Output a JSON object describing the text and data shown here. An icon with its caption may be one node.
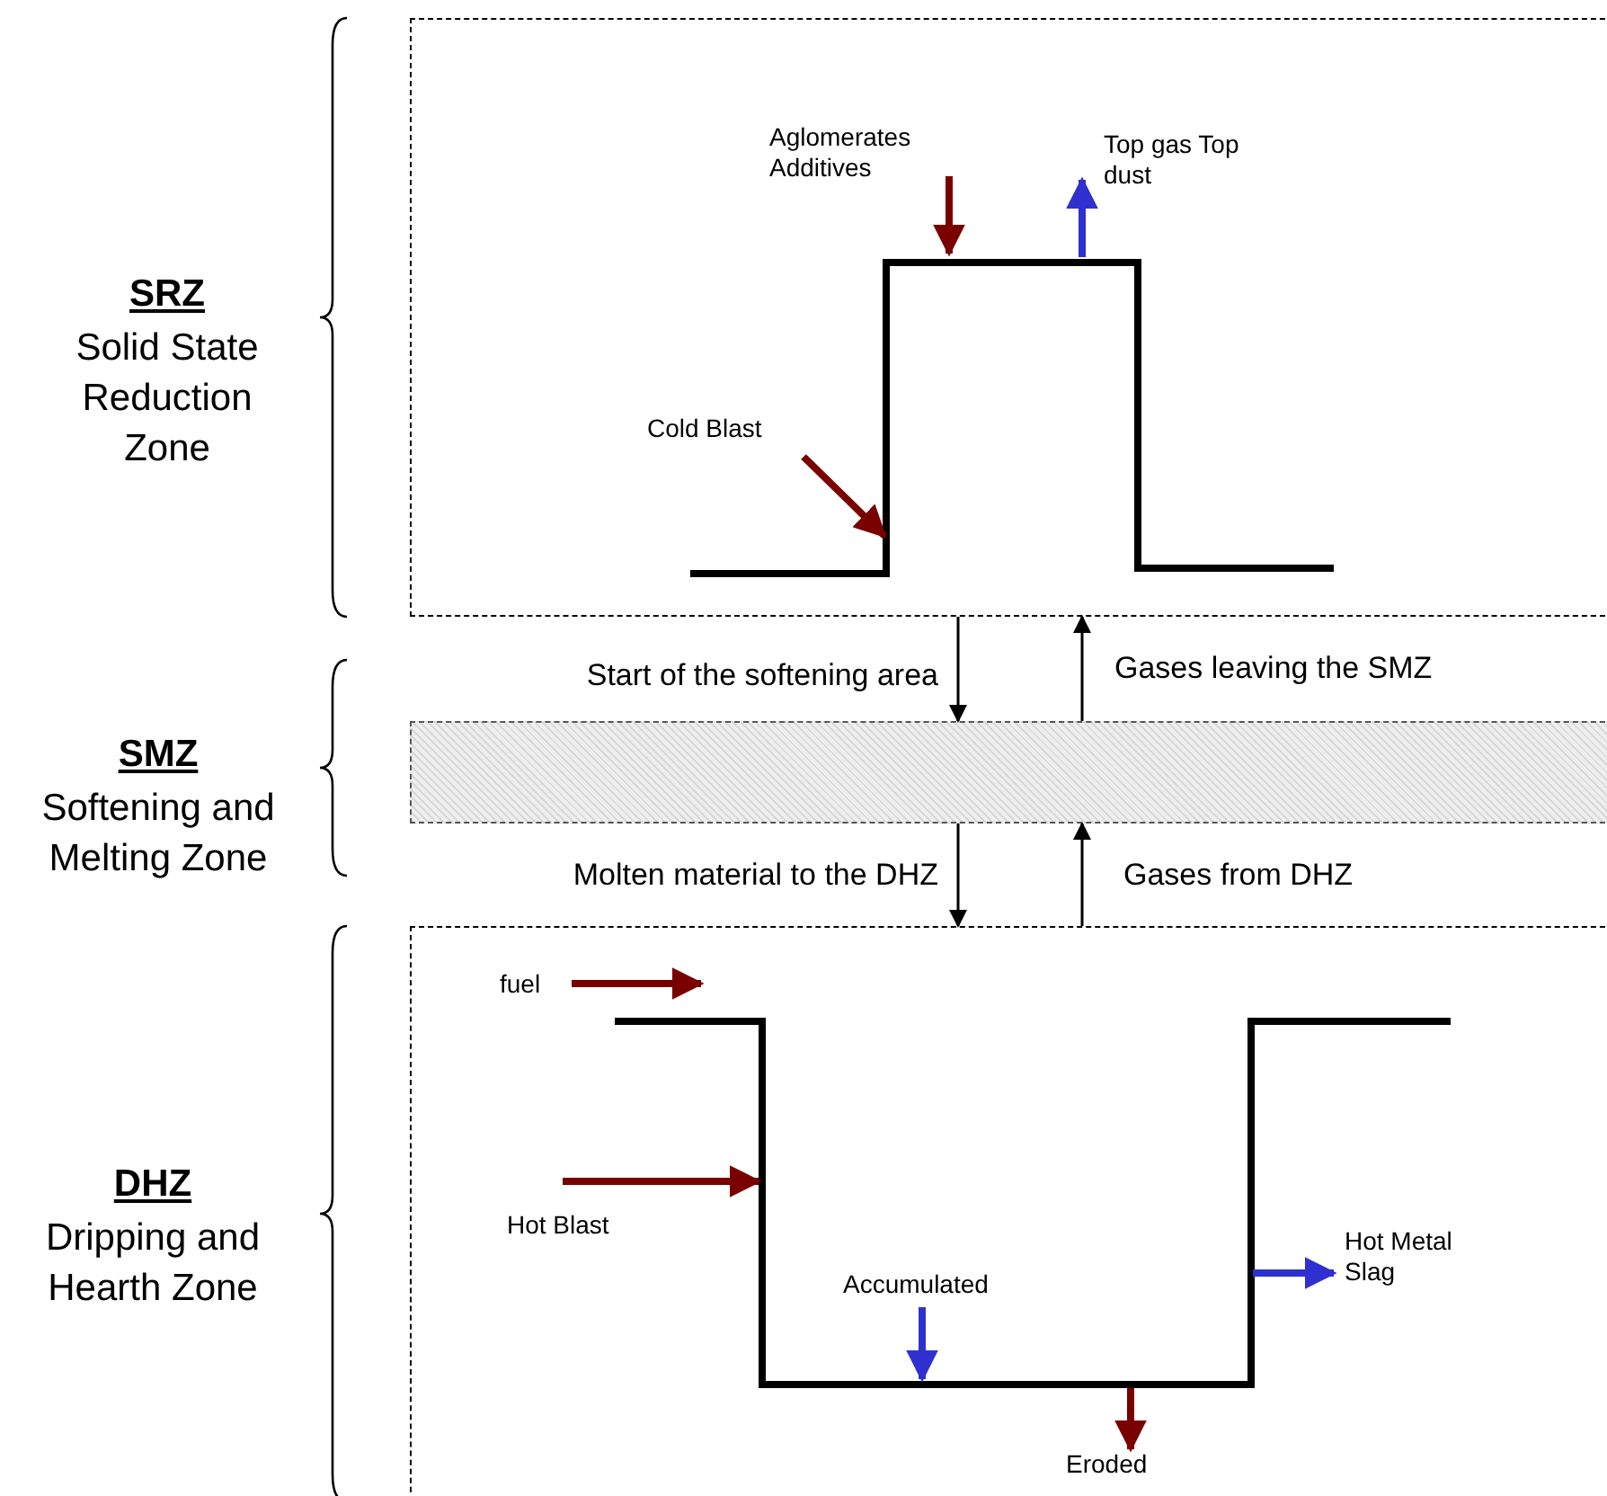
{
  "diagram": {
    "nodes": [
      {
        "text": [],
        "shape": "box"
      },
      {
        "text": [],
        "shape": "bar"
      },
      {
        "text": [],
        "shape": "box"
      }
    ],
    "edges": [
      {
        "from": 0,
        "to": 1,
        "arrow": "to",
        "label": "Start of the softening area"
      },
      {
        "from": 1,
        "to": 0,
        "arrow": "to",
        "label": "Gases leaving the SMZ"
      },
      {
        "from": 1,
        "to": 2,
        "arrow": "to",
        "label": "Molten material to the DHZ"
      },
      {
        "from": 2,
        "to": 1,
        "arrow": "to",
        "label": "Gases from DHZ"
      }
    ],
    "labels": [
      "Aglomerates Additives",
      "Top gas Top dust",
      "SRZ",
      "Solid State Reduction Zone",
      "Cold Blast",
      "SMZ",
      "Softening and Melting Zone",
      "fuel",
      "DHZ",
      "Dripping and Hearth Zone",
      "Hot Blast",
      "Hot Metal Slag",
      "Accumulated",
      "Eroded"
    ]
  }
}
